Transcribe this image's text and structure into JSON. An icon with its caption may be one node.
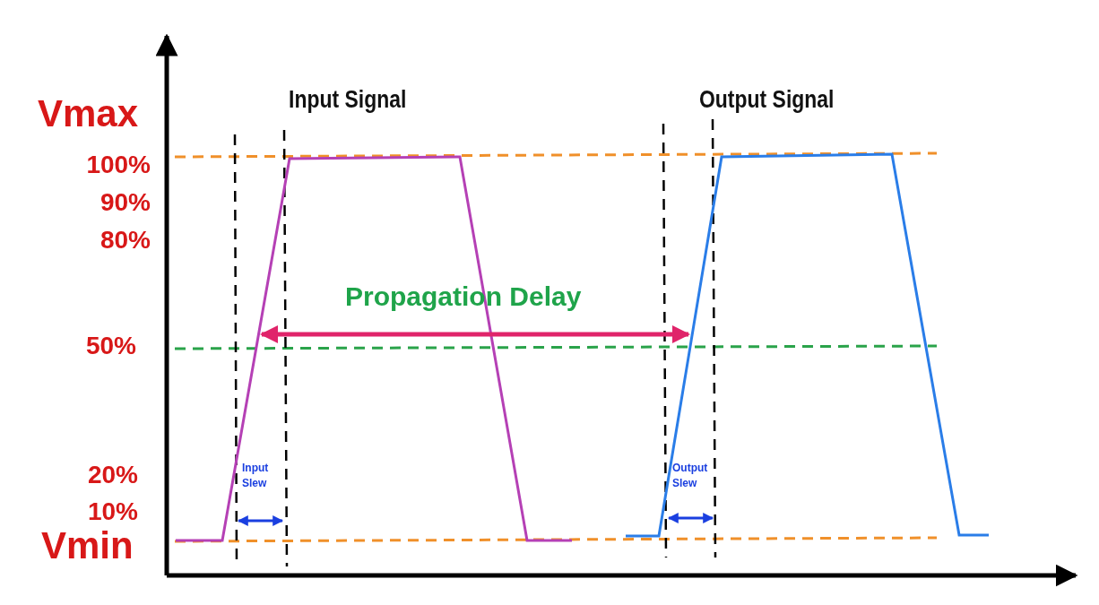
{
  "diagram": {
    "labels": [
      "Vmax",
      "Input Signal",
      "Output Signal",
      "100%",
      "90%",
      "80%",
      "Propagation Delay",
      "50%",
      "Input Slew",
      "Output Slew",
      "20%",
      "10%",
      "Vmin"
    ]
  }
}
